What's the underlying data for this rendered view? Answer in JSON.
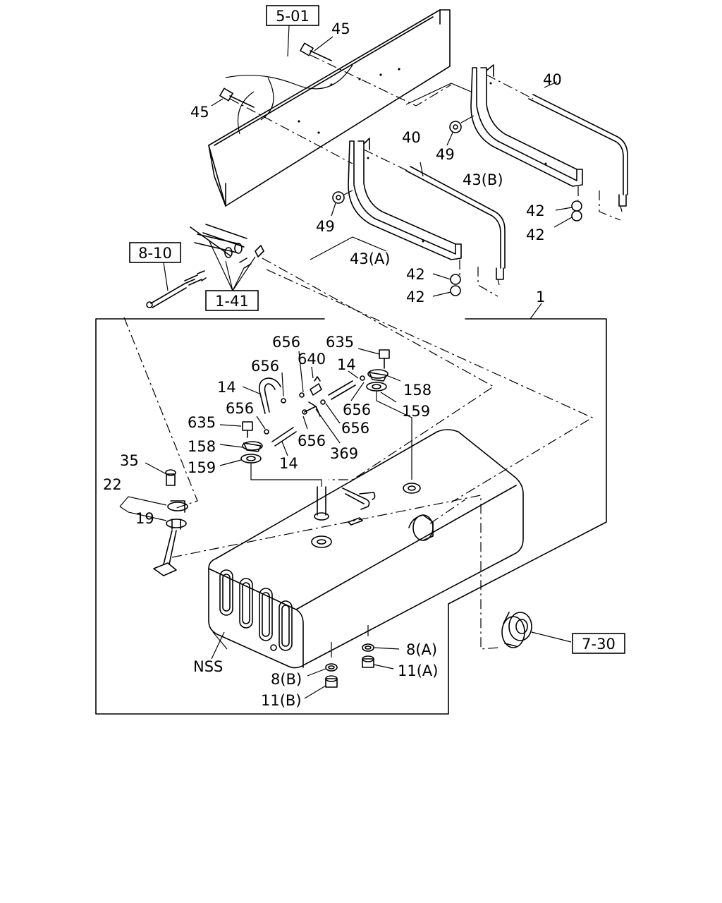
{
  "references": {
    "frame": "5-01",
    "harness": "8-10",
    "pipes": "1-41",
    "cap": "7-30"
  },
  "labels": {
    "bolt_45_top": "45",
    "bolt_45_left": "45",
    "band_40_right": "40",
    "band_40_left": "40",
    "nut_49_right": "49",
    "nut_49_left": "49",
    "bracket_43b": "43(B)",
    "bracket_43a": "43(A)",
    "nut_42_r1": "42",
    "nut_42_r2": "42",
    "nut_42_l1": "42",
    "nut_42_l2": "42",
    "assembly_1": "1",
    "clip_656_a": "656",
    "bolt_635_top": "635",
    "clip_656_b": "656",
    "connector_640": "640",
    "hose_14_right": "14",
    "hose_14_left": "14",
    "gasket_158_right": "158",
    "clip_656_c": "656",
    "plate_159_right": "159",
    "clip_656_d": "656",
    "clip_656_e": "656",
    "bolt_635_left": "635",
    "gasket_158_left": "158",
    "clip_656_f": "656",
    "joint_369": "369",
    "plate_159_left": "159",
    "hose_14_bottom": "14",
    "bolt_35": "35",
    "unit_22": "22",
    "gasket_19": "19",
    "washer_8a": "8(A)",
    "plug_11a": "11(A)",
    "washer_8b": "8(B)",
    "plug_11b": "11(B)",
    "tank_nss": "NSS"
  }
}
